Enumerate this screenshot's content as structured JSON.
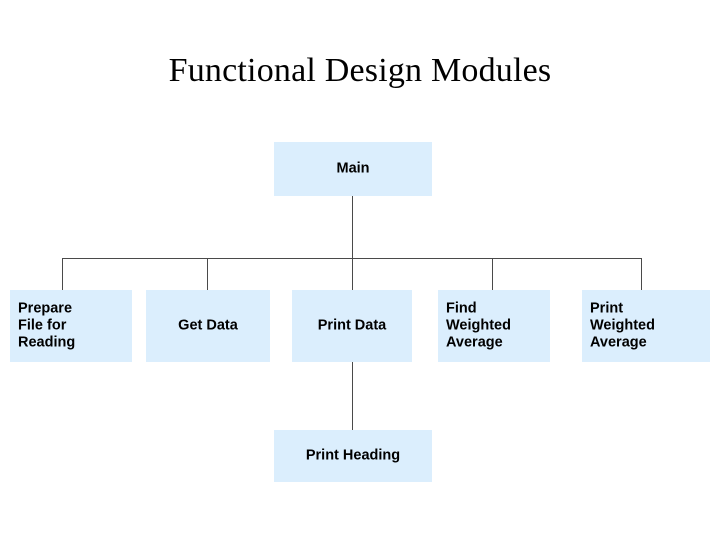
{
  "slide": {
    "title": "Functional Design Modules",
    "background": "#ffffff",
    "node_fill": "#dbeefd",
    "line_color": "#4a4a4a",
    "text_color": "#000000"
  },
  "nodes": {
    "main": "Main",
    "prepare_file": "Prepare\nFile for\nReading",
    "get_data": "Get Data",
    "print_data": "Print Data",
    "find_weighted_average": "Find\nWeighted\nAverage",
    "print_weighted_average": "Print\nWeighted\nAverage",
    "print_heading": "Print Heading"
  }
}
